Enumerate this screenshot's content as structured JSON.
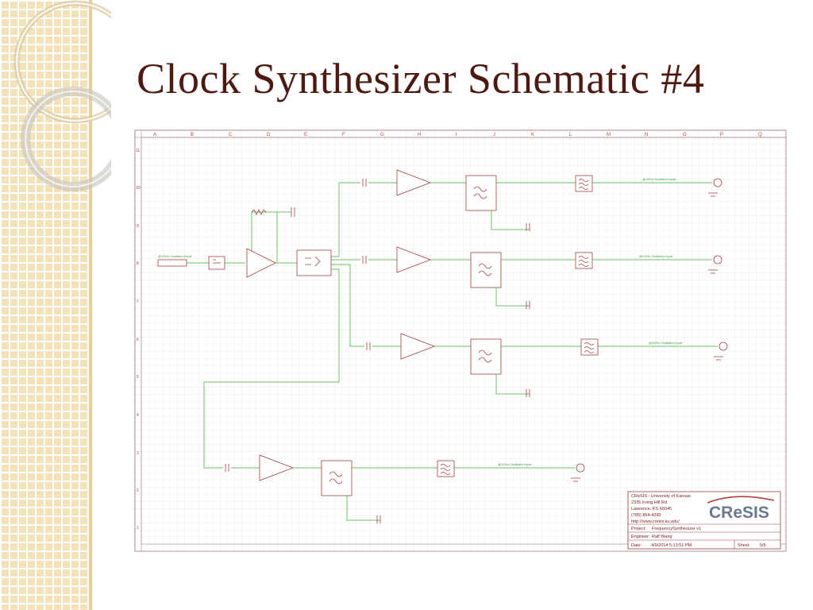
{
  "slide": {
    "title": "Clock Synthesizer Schematic #4"
  },
  "schematic": {
    "column_letters": [
      "A",
      "B",
      "C",
      "D",
      "E",
      "F",
      "G",
      "H",
      "I",
      "J",
      "K",
      "L",
      "M",
      "N",
      "O",
      "P",
      "Q"
    ],
    "row_numbers": [
      "11",
      "10",
      "9",
      "8",
      "7",
      "6",
      "5",
      "4",
      "3",
      "2",
      "1"
    ],
    "net_labels": {
      "input": "@1GHz Oscillator Input",
      "out1": "@1GHz Oscillator Input",
      "out2": "@1GHz Oscillator Input",
      "out3": "@1GHz Oscillator Input",
      "out4": "@1GHz Oscillator Input"
    },
    "title_block": {
      "org_lines": [
        "CReSIS - University of Kansas",
        "2335 Irving Hill Rd.",
        "Lawrence, KS 66045",
        "(785) 864-4290",
        "http://www.cresis.ku.edu/"
      ],
      "logo_text": "CReSIS",
      "project_label": "Project:",
      "project_value": "FrequencySynthesizer v1",
      "engineer_label": "Engineer:",
      "engineer_value": "Ralf Wang",
      "date_label": "Date:",
      "date_value": "4/9/2014 5:13:51 PM",
      "sheet_label": "Sheet:",
      "sheet_value": "5/5"
    }
  },
  "colors": {
    "title": "#4d1a12",
    "sidebar": "#f4e3b8",
    "wire": "#6cbf6c",
    "symbol": "#a24040",
    "logo": "#6a7890"
  }
}
